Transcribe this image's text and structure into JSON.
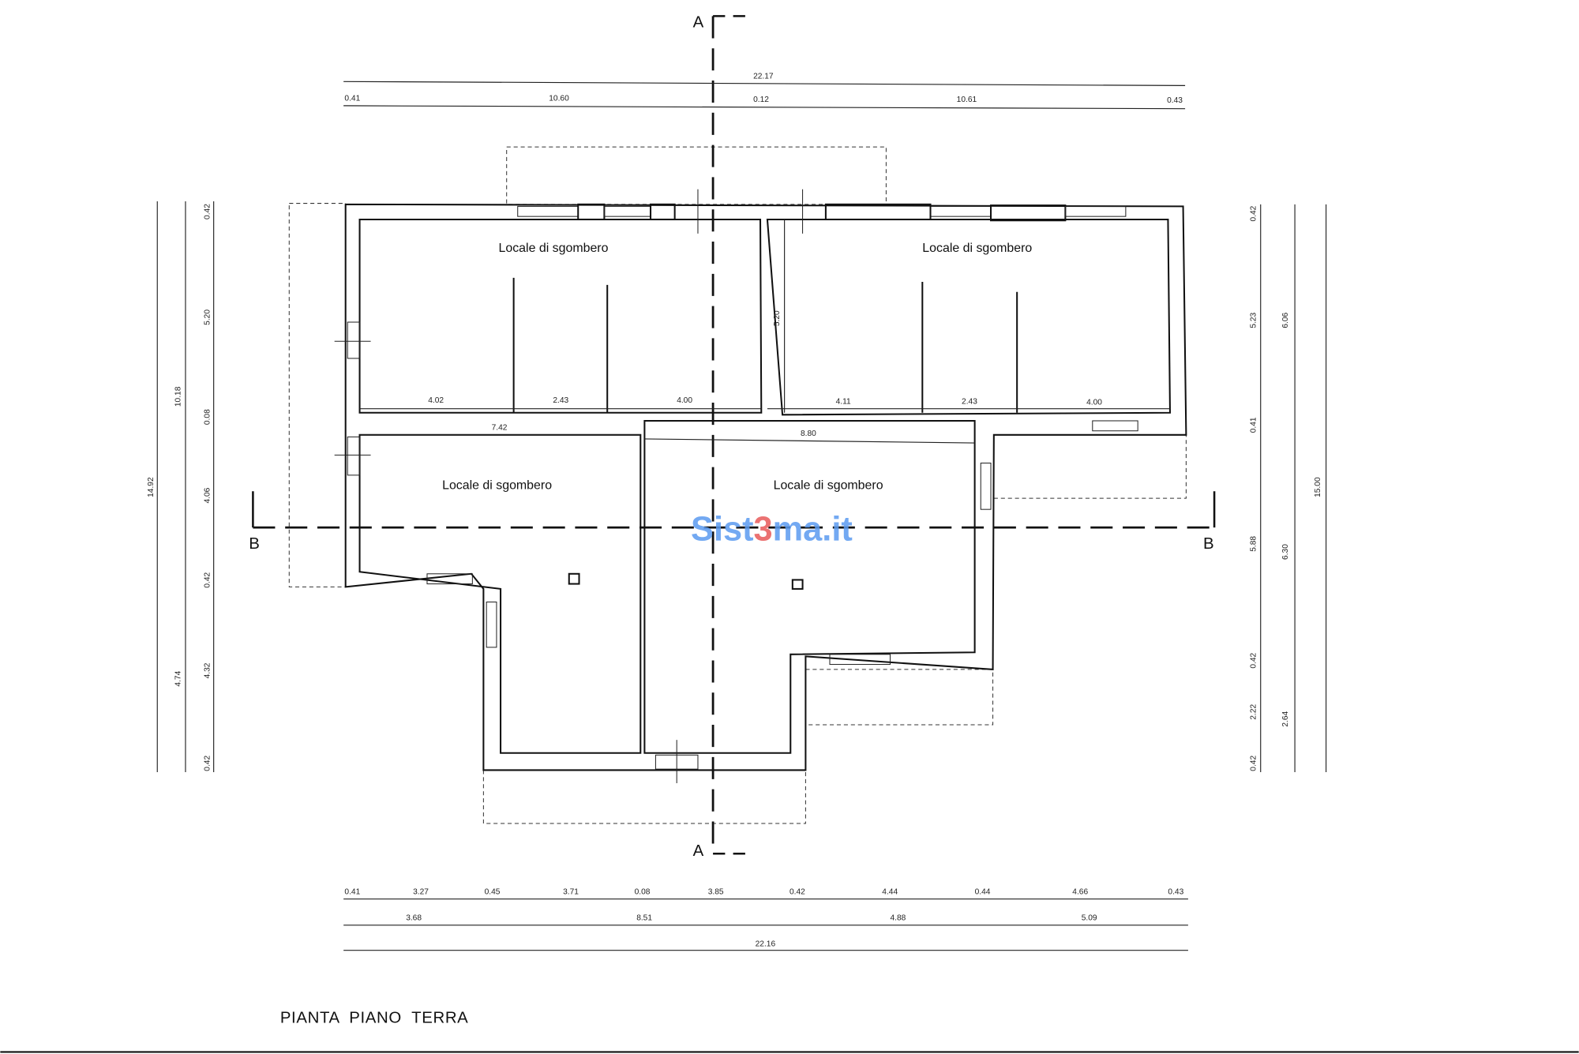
{
  "drawing": {
    "title": "PIANTA  PIANO  TERRA",
    "section_a": "A",
    "section_b": "B",
    "rooms": [
      "Locale di sgombero",
      "Locale di sgombero",
      "Locale di sgombero",
      "Locale di sgombero"
    ],
    "watermark": {
      "pre": "Sist",
      "mid": "3",
      "post": "ma.it",
      "color_main": "#5b9bf0",
      "color_accent": "#e85a5a"
    }
  },
  "dims": {
    "top_total": "22.17",
    "top": [
      "0.41",
      "10.60",
      "0.12",
      "10.61",
      "0.43"
    ],
    "bottom1": [
      "0.41",
      "3.27",
      "0.45",
      "3.71",
      "0.08",
      "3.85",
      "0.42",
      "4.44",
      "0.44",
      "4.66",
      "0.43"
    ],
    "bottom2": [
      "3.68",
      "8.51",
      "4.88",
      "5.09"
    ],
    "bottom_total": "22.16",
    "left_total": "14.92",
    "left_mid": [
      "10.18",
      "4.74"
    ],
    "left_inner": [
      "0.42",
      "5.20",
      "0.08",
      "4.06",
      "0.42",
      "4.32",
      "0.42"
    ],
    "right_inner": [
      "0.42",
      "5.23",
      "0.41",
      "5.88",
      "0.42",
      "2.22",
      "0.42"
    ],
    "right_mid": [
      "6.06",
      "6.30",
      "2.64"
    ],
    "right_total": "15.00",
    "interior_top_left": [
      "4.02",
      "2.43",
      "4.00"
    ],
    "interior_top_right": [
      "4.11",
      "2.43",
      "4.00"
    ],
    "interior_vertical": "5.20",
    "interior_7_42": "7.42",
    "interior_8_80": "8.80"
  }
}
